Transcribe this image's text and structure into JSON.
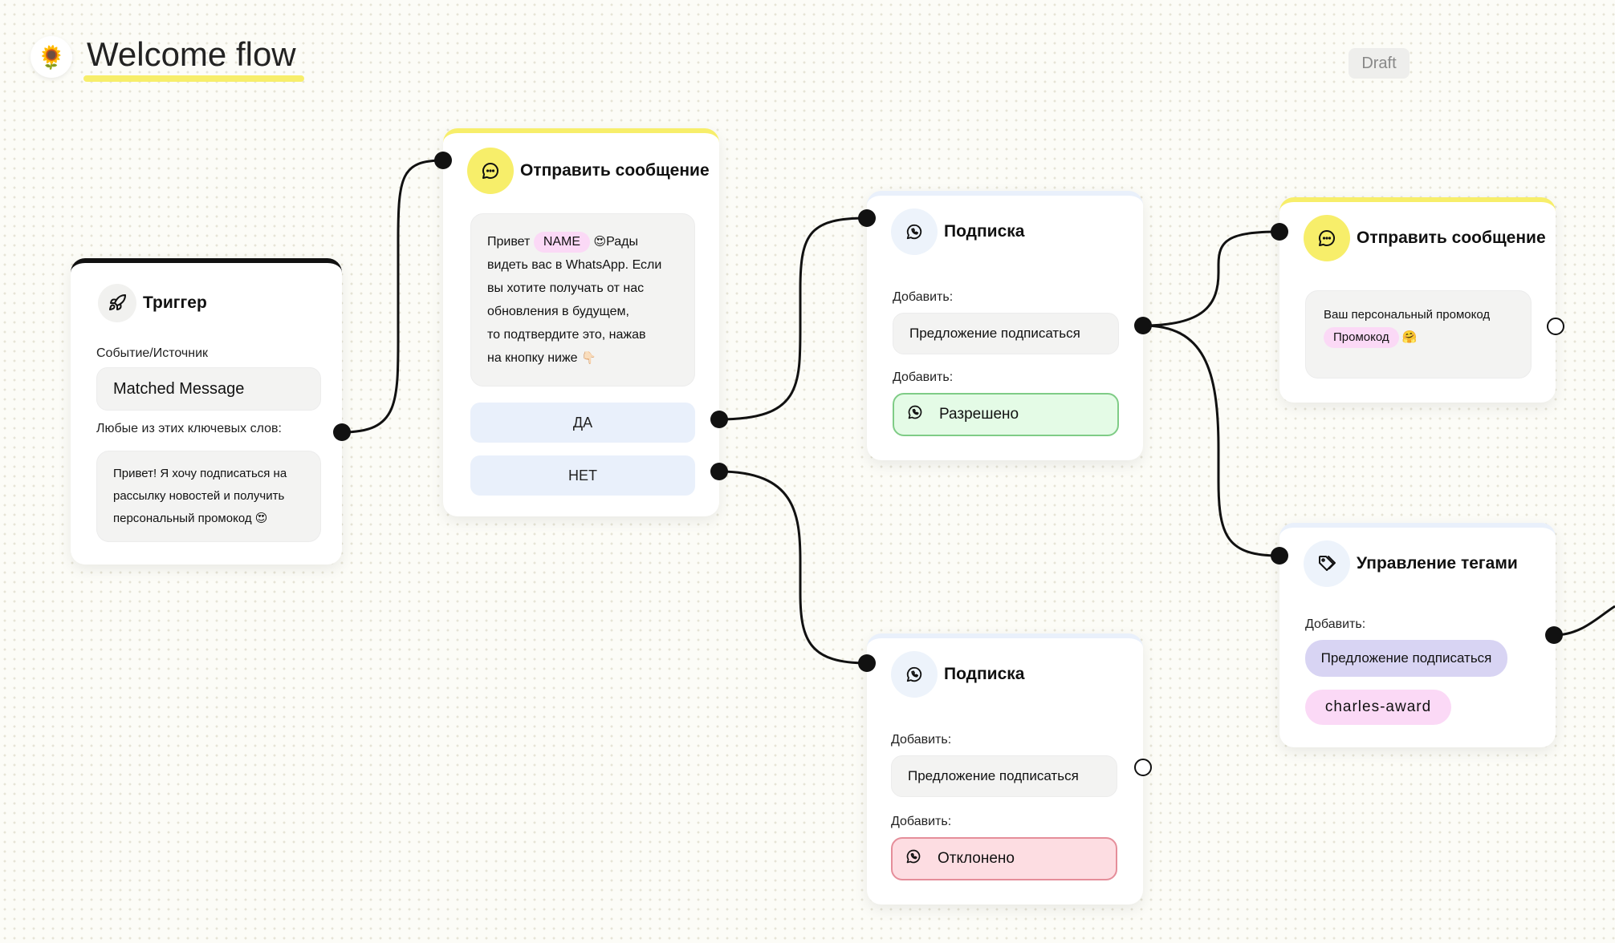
{
  "header": {
    "title": "Welcome flow",
    "logo_glyph": "🌻",
    "status_badge": "Draft"
  },
  "trigger": {
    "title": "Триггер",
    "source_label": "Событие/Источник",
    "source_value": "Matched Message",
    "keywords_label": "Любые из этих ключевых слов:",
    "keywords_text_1": "Привет! Я хочу подписаться на",
    "keywords_text_2": "рассылку новостей и получить",
    "keywords_text_3": "персональный промокод",
    "keywords_emoji": "😍"
  },
  "send1": {
    "title": "Отправить сообщение",
    "msg_prefix": "Привет",
    "msg_chip": "NAME",
    "msg_emoji": "😍",
    "msg_line1_rest": "Рады",
    "msg_line2": "видеть вас в WhatsApp. Если",
    "msg_line3": "вы хотите получать от нас",
    "msg_line4": "обновления в будущем,",
    "msg_line5": "то подтвердите это, нажав",
    "msg_line6": "на кнопку ниже",
    "msg_line6_emoji": "👇🏻",
    "btn_yes": "ДА",
    "btn_no": "НЕТ"
  },
  "sub1": {
    "title": "Подписка",
    "add_label_1": "Добавить:",
    "field_1": "Предложение подписаться",
    "add_label_2": "Добавить:",
    "status": "Разрешено"
  },
  "sub2": {
    "title": "Подписка",
    "add_label_1": "Добавить:",
    "field_1": "Предложение подписаться",
    "add_label_2": "Добавить:",
    "status": "Отклонено"
  },
  "send2": {
    "title": "Отправить сообщение",
    "msg_line1": "Ваш персональный промокод",
    "msg_chip": "Промокод",
    "msg_emoji": "🤗"
  },
  "tags": {
    "title": "Управление тегами",
    "add_label": "Добавить:",
    "tag_1": "Предложение подписаться",
    "tag_2": "charles-award"
  },
  "colors": {
    "accent_yellow": "#f7ee6a",
    "allowed_green": "#e4fbe6",
    "denied_red": "#fddde2",
    "button_blue": "#e9f0fb"
  }
}
